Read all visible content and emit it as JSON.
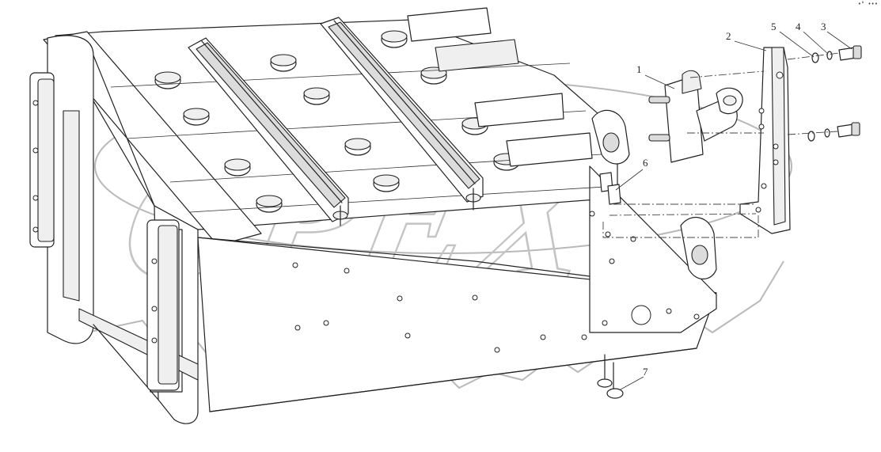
{
  "corner_mark": "•° •••",
  "callouts": {
    "c1": "1",
    "c2": "2",
    "c3": "3",
    "c4": "4",
    "c5": "5",
    "c6": "6",
    "c7": "7"
  },
  "watermark": "OPEX",
  "colors": {
    "line": "#222222",
    "watermark": "#b9b9b9",
    "background": "#ffffff"
  }
}
